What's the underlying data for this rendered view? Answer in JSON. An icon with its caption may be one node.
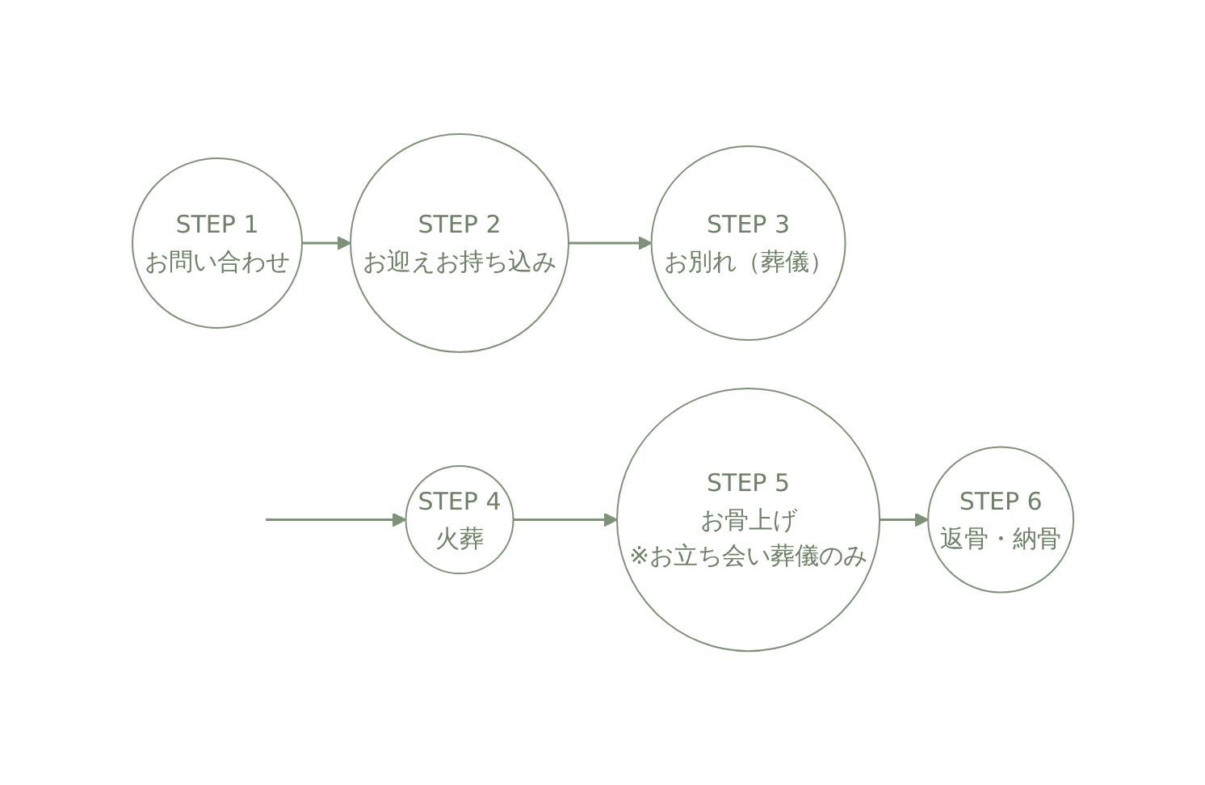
{
  "diagram": {
    "nodes": [
      {
        "text": [
          "STEP 1",
          "お問い合わせ"
        ]
      },
      {
        "text": [
          "STEP 2",
          "お迎えお持ち込み"
        ]
      },
      {
        "text": [
          "STEP 3",
          "お別れ（葬儀）"
        ]
      },
      {
        "text": [
          "STEP 4",
          "火葬"
        ]
      },
      {
        "text": [
          "STEP 5",
          "お骨上げ",
          "※お立ち会い葬儀のみ"
        ]
      },
      {
        "text": [
          "STEP 6",
          "返骨・納骨"
        ]
      }
    ],
    "edges": [
      {
        "from": 0,
        "to": 1,
        "arrow": "to"
      },
      {
        "from": 1,
        "to": 2,
        "arrow": "to"
      },
      {
        "from": null,
        "to": 3,
        "arrow": "to"
      },
      {
        "from": 3,
        "to": 4,
        "arrow": "to"
      },
      {
        "from": 4,
        "to": 5,
        "arrow": "to"
      }
    ]
  }
}
